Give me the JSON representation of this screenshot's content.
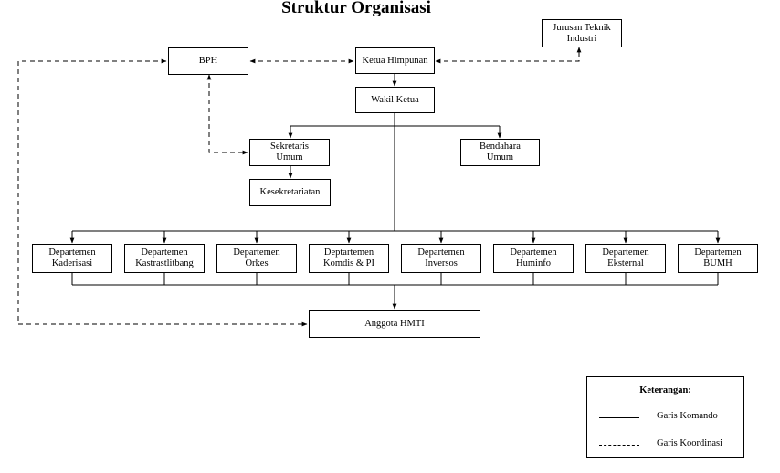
{
  "title": "Struktur Organisasi",
  "nodes": {
    "jurusan": [
      "Jurusan Teknik",
      "Industri"
    ],
    "bph": [
      "BPH"
    ],
    "ketua": [
      "Ketua Himpunan"
    ],
    "wakil": [
      "Wakil Ketua"
    ],
    "sekretaris": [
      "Sekretaris",
      "Umum"
    ],
    "bendahara": [
      "Bendahara",
      "Umum"
    ],
    "kesekretariatan": [
      "Kesekretariatan"
    ],
    "departments": [
      [
        "Departemen",
        "Kaderisasi"
      ],
      [
        "Departemen",
        "Kastrastlitbang"
      ],
      [
        "Departemen",
        "Orkes"
      ],
      [
        "Deptartemen",
        "Komdis & PI"
      ],
      [
        "Departemen",
        "Inversos"
      ],
      [
        "Departemen",
        "Huminfo"
      ],
      [
        "Departemen",
        "Eksternal"
      ],
      [
        "Departemen",
        "BUMH"
      ]
    ],
    "anggota": [
      "Anggota HMTI"
    ]
  },
  "legend": {
    "title": "Keterangan:",
    "solid_label": "Garis Komando",
    "dashed_label": "Garis Koordinasi"
  }
}
